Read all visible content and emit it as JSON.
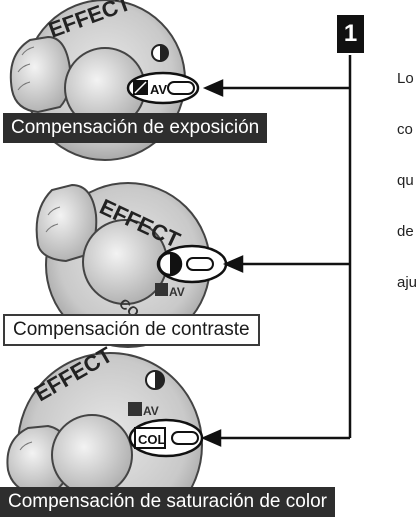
{
  "step": {
    "number": "1"
  },
  "side_text": {
    "lines": [
      "Lo",
      "co",
      "qu",
      "de",
      "aju"
    ]
  },
  "sections": [
    {
      "caption": "Compensación de exposición"
    },
    {
      "caption": "Compensación de contraste"
    },
    {
      "caption": "Compensación de saturación de color"
    }
  ],
  "dial_labels": {
    "effect": "EFFECT",
    "av": "AV",
    "col": "COL"
  }
}
